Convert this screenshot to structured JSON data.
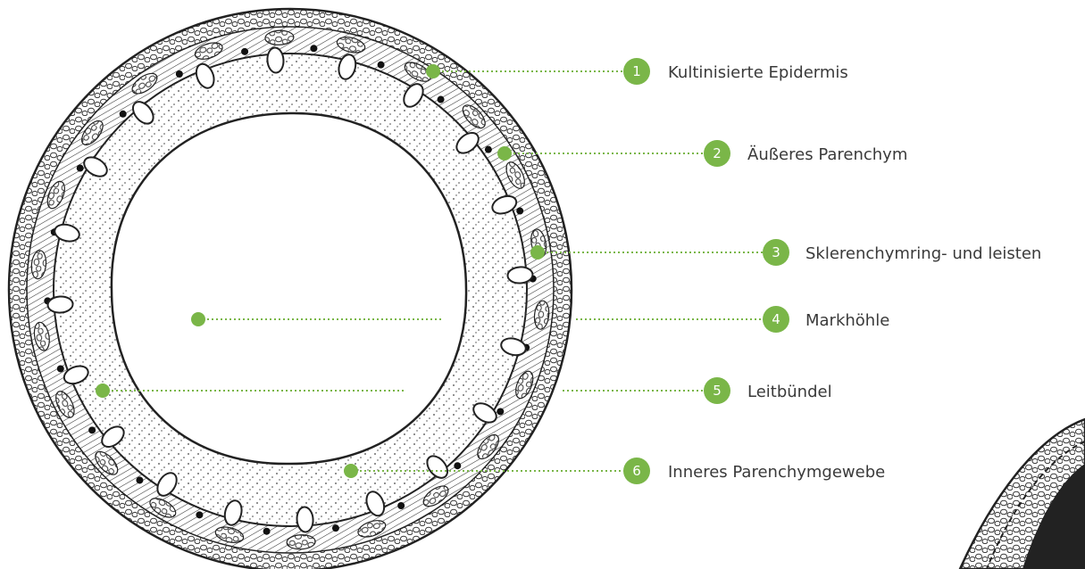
{
  "accent_color": "#7ab648",
  "labels": [
    {
      "number": "1",
      "text": "Kultinisierte Epidermis"
    },
    {
      "number": "2",
      "text": "Äußeres Parenchym"
    },
    {
      "number": "3",
      "text": "Sklerenchymring- und leisten"
    },
    {
      "number": "4",
      "text": "Markhöhle"
    },
    {
      "number": "5",
      "text": "Leitbündel"
    },
    {
      "number": "6",
      "text": "Inneres Parenchymgewebe"
    }
  ]
}
